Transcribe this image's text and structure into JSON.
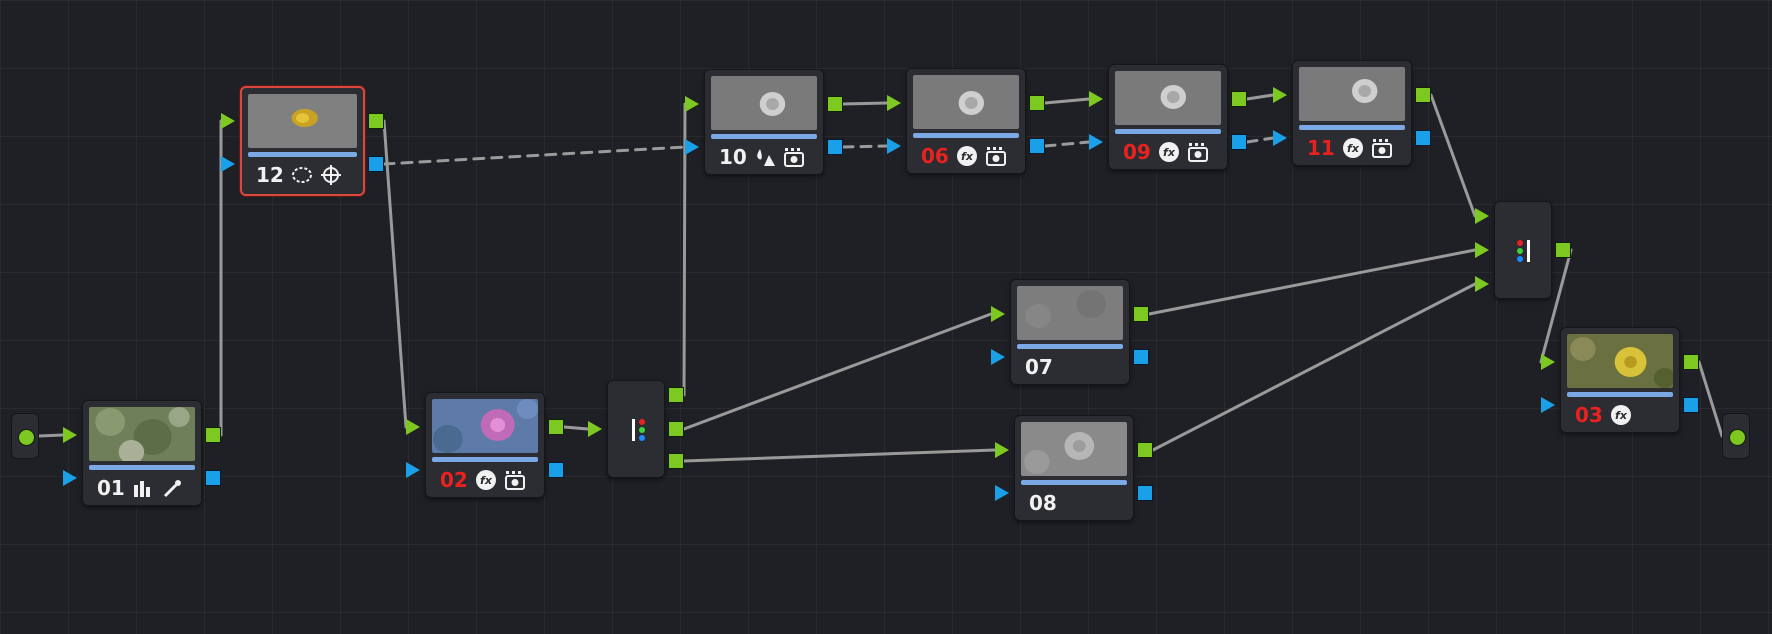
{
  "colors": {
    "background": "#1f2025",
    "node_body": "#2c2d32",
    "rgb_port": "#7ec822",
    "key_port": "#1aa0e8",
    "selection_border": "#d9483f",
    "label_white": "#f1f1f1",
    "label_red": "#e8221f",
    "link_line": "#9a9a9a"
  },
  "nodes": [
    {
      "id": "01",
      "label": "01",
      "modified": false,
      "tools": [
        "curves-icon",
        "eyedropper-icon"
      ]
    },
    {
      "id": "12",
      "label": "12",
      "modified": false,
      "selected": true,
      "tools": [
        "window-icon",
        "tracker-icon"
      ]
    },
    {
      "id": "02",
      "label": "02",
      "modified": true,
      "tools": [
        "fx-icon",
        "noise-reduction-icon"
      ]
    },
    {
      "id": "10",
      "label": "10",
      "modified": false,
      "tools": [
        "qualifier-icon",
        "noise-reduction-icon"
      ]
    },
    {
      "id": "06",
      "label": "06",
      "modified": true,
      "tools": [
        "fx-icon",
        "noise-reduction-icon"
      ]
    },
    {
      "id": "09",
      "label": "09",
      "modified": true,
      "tools": [
        "fx-icon",
        "noise-reduction-icon"
      ]
    },
    {
      "id": "11",
      "label": "11",
      "modified": true,
      "tools": [
        "fx-icon",
        "noise-reduction-icon"
      ]
    },
    {
      "id": "07",
      "label": "07",
      "modified": false,
      "tools": []
    },
    {
      "id": "08",
      "label": "08",
      "modified": false,
      "tools": []
    },
    {
      "id": "03",
      "label": "03",
      "modified": true,
      "tools": [
        "fx-icon"
      ]
    }
  ],
  "mixers": [
    {
      "id": "splitter",
      "type": "splitter",
      "icon": "splitter-icon"
    },
    {
      "id": "combiner",
      "type": "combiner",
      "icon": "combiner-icon"
    }
  ],
  "io": [
    {
      "id": "source",
      "role": "source input"
    },
    {
      "id": "output",
      "role": "node output"
    }
  ]
}
